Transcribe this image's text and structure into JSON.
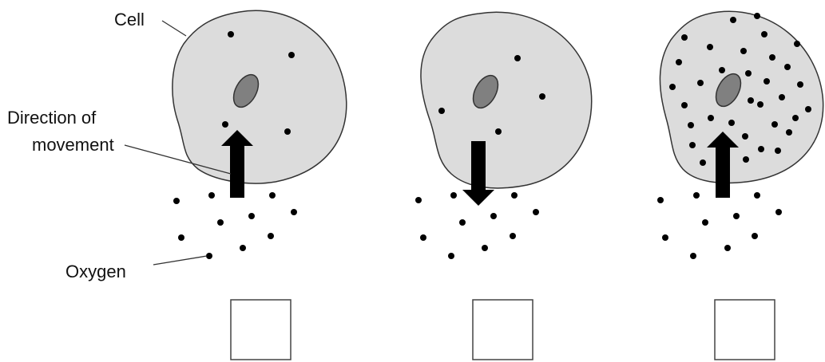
{
  "labels": {
    "cell": "Cell",
    "direction_line1": "Direction of",
    "direction_line2": "movement",
    "oxygen": "Oxygen"
  },
  "colors": {
    "cell_fill": "#dcdcdc",
    "cell_stroke": "#333333",
    "nucleus_fill": "#808080",
    "nucleus_stroke": "#333333",
    "dot": "#000000",
    "arrow": "#000000",
    "answer_box_stroke": "#444444",
    "leader_line": "#333333"
  },
  "panels": [
    {
      "id": "panel-1",
      "arrow_direction": "up",
      "oxygen_inside": "few"
    },
    {
      "id": "panel-2",
      "arrow_direction": "down",
      "oxygen_inside": "few"
    },
    {
      "id": "panel-3",
      "arrow_direction": "up",
      "oxygen_inside": "many"
    }
  ],
  "answer_boxes": [
    {
      "id": "answer-box-1",
      "value": ""
    },
    {
      "id": "answer-box-2",
      "value": ""
    },
    {
      "id": "answer-box-3",
      "value": ""
    }
  ]
}
